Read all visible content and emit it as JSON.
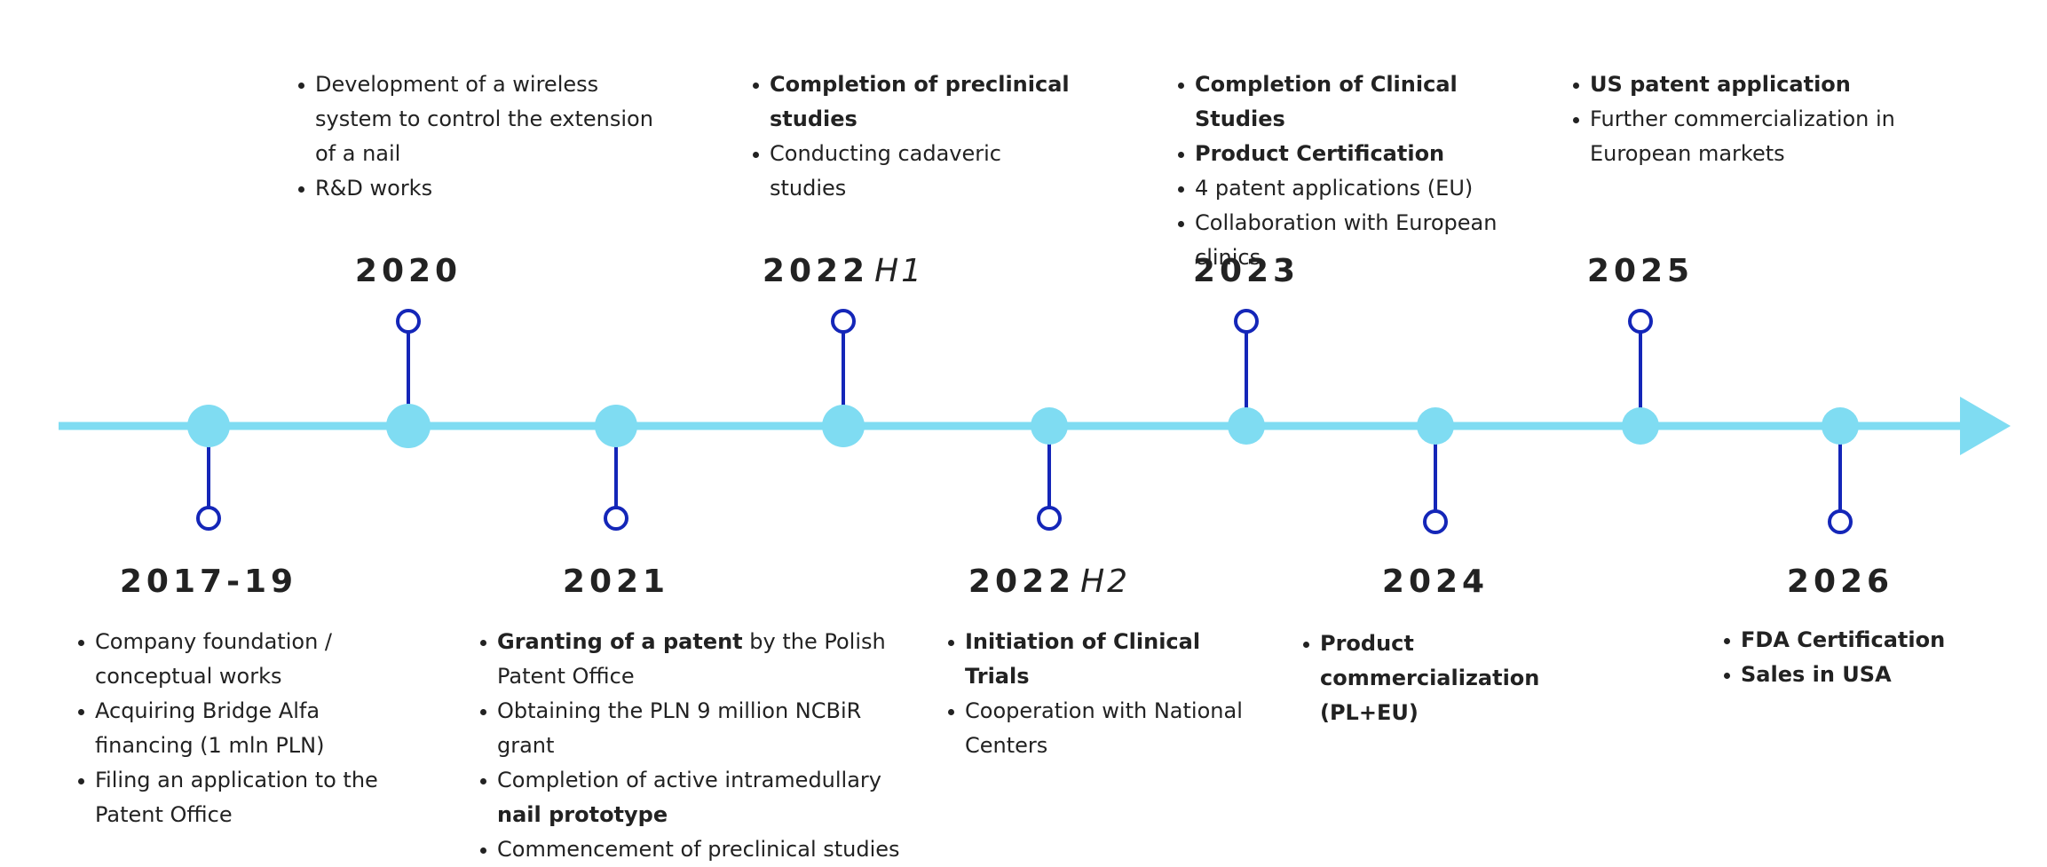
{
  "colors": {
    "axis": "#7fdcf2",
    "stem": "#1426b8",
    "text": "#222222"
  },
  "milestones": [
    {
      "id": "2017-19",
      "year": "2017-19",
      "suffix": "",
      "position": "below",
      "items": [
        [
          {
            "t": "Company foundation / conceptual works",
            "b": false
          }
        ],
        [
          {
            "t": "Acquiring Bridge Alfa financing (1 mln PLN)",
            "b": false
          }
        ],
        [
          {
            "t": "Filing an application to the Patent Office",
            "b": false
          }
        ]
      ]
    },
    {
      "id": "2020",
      "year": "2020",
      "suffix": "",
      "position": "above",
      "items": [
        [
          {
            "t": "Development of a wireless system to control the extension of a nail",
            "b": false
          }
        ],
        [
          {
            "t": "R&D works",
            "b": false
          }
        ]
      ]
    },
    {
      "id": "2021",
      "year": "2021",
      "suffix": "",
      "position": "below",
      "items": [
        [
          {
            "t": "Granting of a patent",
            "b": true
          },
          {
            "t": " by the Polish Patent Office",
            "b": false
          }
        ],
        [
          {
            "t": "Obtaining the PLN 9 million NCBiR grant",
            "b": false
          }
        ],
        [
          {
            "t": "Completion of active intramedullary ",
            "b": false
          },
          {
            "t": "nail prototype",
            "b": true
          }
        ],
        [
          {
            "t": "Commencement of preclinical studies",
            "b": false
          }
        ]
      ]
    },
    {
      "id": "2022-h1",
      "year": "2022",
      "suffix": "H1",
      "position": "above",
      "items": [
        [
          {
            "t": "Completion of preclinical studies",
            "b": true
          }
        ],
        [
          {
            "t": "Conducting cadaveric studies",
            "b": false
          }
        ]
      ]
    },
    {
      "id": "2022-h2",
      "year": "2022",
      "suffix": "H2",
      "position": "below",
      "items": [
        [
          {
            "t": "Initiation of Clinical Trials",
            "b": true
          }
        ],
        [
          {
            "t": "Cooperation with National Centers",
            "b": false
          }
        ]
      ]
    },
    {
      "id": "2023",
      "year": "2023",
      "suffix": "",
      "position": "above",
      "items": [
        [
          {
            "t": "Completion of Clinical Studies",
            "b": true
          }
        ],
        [
          {
            "t": "Product Certification",
            "b": true
          }
        ],
        [
          {
            "t": "4 patent applications (EU)",
            "b": false
          }
        ],
        [
          {
            "t": "Collaboration with European clinics",
            "b": false
          }
        ]
      ]
    },
    {
      "id": "2024",
      "year": "2024",
      "suffix": "",
      "position": "below",
      "items": [
        [
          {
            "t": "Product commercialization (PL+EU)",
            "b": true
          }
        ]
      ]
    },
    {
      "id": "2025",
      "year": "2025",
      "suffix": "",
      "position": "above",
      "items": [
        [
          {
            "t": "US patent application",
            "b": true
          }
        ],
        [
          {
            "t": "Further commercialization in European markets",
            "b": false
          }
        ]
      ]
    },
    {
      "id": "2026",
      "year": "2026",
      "suffix": "",
      "position": "below",
      "items": [
        [
          {
            "t": "FDA Certification",
            "b": true
          }
        ],
        [
          {
            "t": "Sales in USA",
            "b": true
          }
        ]
      ]
    }
  ]
}
